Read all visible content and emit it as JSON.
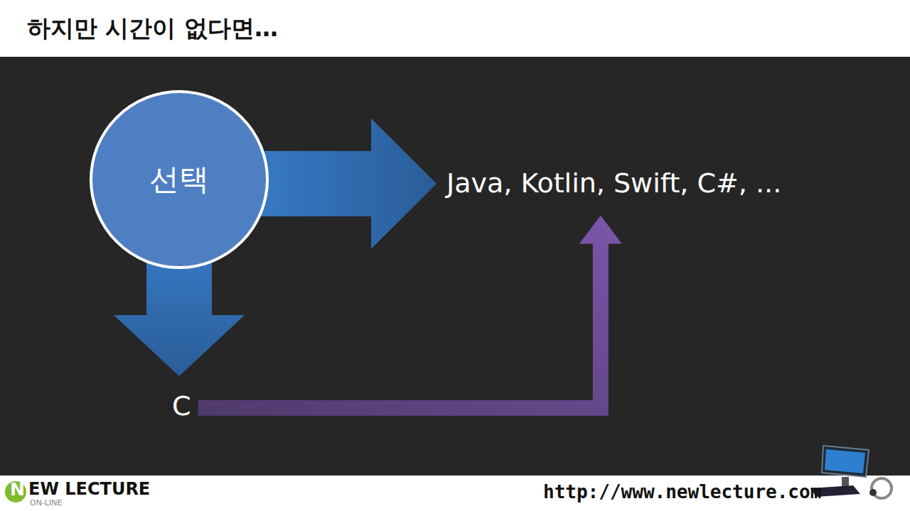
{
  "diagram": {
    "title": "하지만 시간이 없다면…",
    "nodes": [
      {
        "text": [
          "선택"
        ]
      },
      {
        "text": [
          "Java, Kotlin, Swift, C#, ..."
        ]
      },
      {
        "text": [
          "C"
        ]
      }
    ],
    "edges": [
      {
        "from": 0,
        "to": 1,
        "arrow": "to"
      },
      {
        "from": 0,
        "to": 2,
        "arrow": "to"
      },
      {
        "from": 2,
        "to": 1,
        "arrow": "to"
      }
    ],
    "labels": [
      "N",
      "EW LECTURE",
      "ON-LINE",
      "http://www.newlecture.com"
    ]
  }
}
